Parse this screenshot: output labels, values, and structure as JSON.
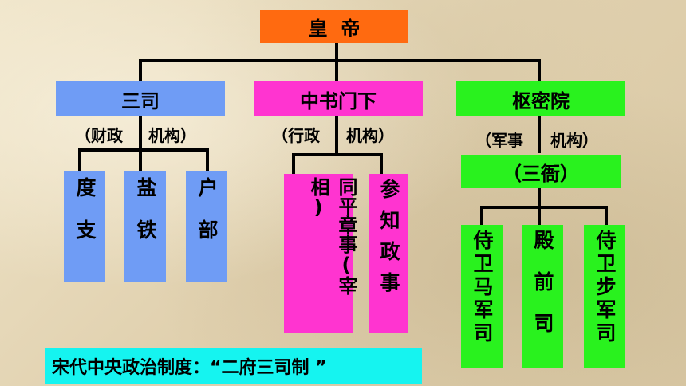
{
  "emperor": "皇  帝",
  "branches": {
    "sansi": {
      "title": "三司",
      "label_left": "（财政",
      "label_right": "机构）",
      "children": [
        "度支",
        "盐铁",
        "户部"
      ]
    },
    "zhongshu": {
      "title": "中书门下",
      "label_left": "（行政",
      "label_right": "机构）",
      "children": [
        "同平章事(宰相)",
        "参知政事"
      ]
    },
    "shumi": {
      "title": "枢密院",
      "label_left": "（军事",
      "label_right": "机构）",
      "sub_title": "（三衙）",
      "children": [
        "侍卫马军司",
        "殿前司",
        "侍卫步军司"
      ]
    }
  },
  "footer": "宋代中央政治制度：“二府三司制 ”",
  "colors": {
    "emperor": "#ff6a10",
    "sansi": "#6f9cf5",
    "zhongshu": "#ff34d0",
    "shumi": "#29f21e",
    "footer": "#15f4f0"
  }
}
